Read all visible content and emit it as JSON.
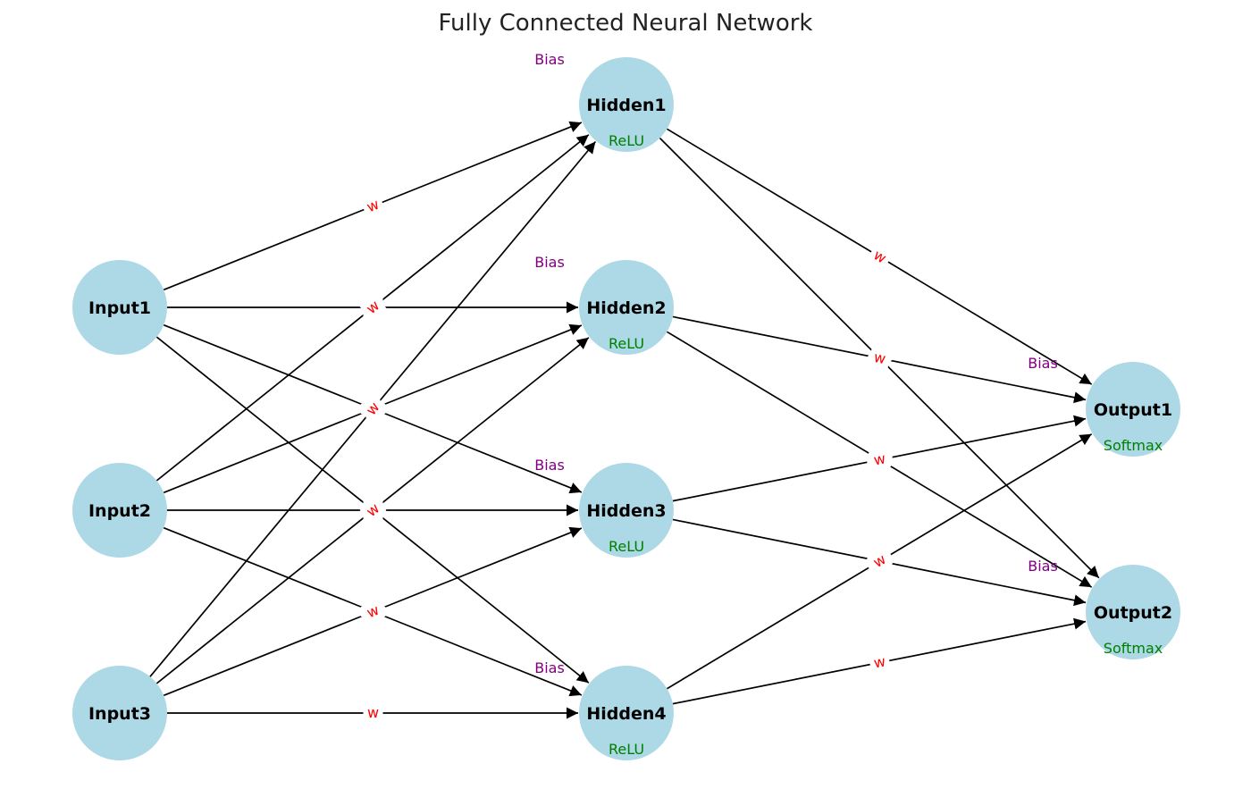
{
  "diagram": {
    "title": "Fully Connected Neural Network",
    "colors": {
      "node": "#add8e6",
      "weight": "#ff0000",
      "bias": "#800080",
      "activation": "#008000",
      "edge": "#000000"
    },
    "layers": [
      {
        "name": "input",
        "activation": "",
        "nodes": [
          {
            "id": "in1",
            "label": "Input1"
          },
          {
            "id": "in2",
            "label": "Input2"
          },
          {
            "id": "in3",
            "label": "Input3"
          }
        ]
      },
      {
        "name": "hidden",
        "activation": "ReLU",
        "nodes": [
          {
            "id": "h1",
            "label": "Hidden1",
            "bias": "Bias",
            "activation": "ReLU"
          },
          {
            "id": "h2",
            "label": "Hidden2",
            "bias": "Bias",
            "activation": "ReLU"
          },
          {
            "id": "h3",
            "label": "Hidden3",
            "bias": "Bias",
            "activation": "ReLU"
          },
          {
            "id": "h4",
            "label": "Hidden4",
            "bias": "Bias",
            "activation": "ReLU"
          }
        ]
      },
      {
        "name": "output",
        "activation": "Softmax",
        "nodes": [
          {
            "id": "o1",
            "label": "Output1",
            "bias": "Bias",
            "activation": "Softmax"
          },
          {
            "id": "o2",
            "label": "Output2",
            "bias": "Bias",
            "activation": "Softmax"
          }
        ]
      }
    ],
    "edges": [
      {
        "from": "in1",
        "to": "h1",
        "label": "w"
      },
      {
        "from": "in1",
        "to": "h2",
        "label": "w"
      },
      {
        "from": "in1",
        "to": "h3",
        "label": "w"
      },
      {
        "from": "in1",
        "to": "h4",
        "label": "w"
      },
      {
        "from": "in2",
        "to": "h1",
        "label": "w"
      },
      {
        "from": "in2",
        "to": "h2",
        "label": "w"
      },
      {
        "from": "in2",
        "to": "h3",
        "label": "w"
      },
      {
        "from": "in2",
        "to": "h4",
        "label": "w"
      },
      {
        "from": "in3",
        "to": "h1",
        "label": "w"
      },
      {
        "from": "in3",
        "to": "h2",
        "label": "w"
      },
      {
        "from": "in3",
        "to": "h3",
        "label": "w"
      },
      {
        "from": "in3",
        "to": "h4",
        "label": "w"
      },
      {
        "from": "h1",
        "to": "o1",
        "label": "w"
      },
      {
        "from": "h1",
        "to": "o2",
        "label": "w"
      },
      {
        "from": "h2",
        "to": "o1",
        "label": "w"
      },
      {
        "from": "h2",
        "to": "o2",
        "label": "w"
      },
      {
        "from": "h3",
        "to": "o1",
        "label": "w"
      },
      {
        "from": "h3",
        "to": "o2",
        "label": "w"
      },
      {
        "from": "h4",
        "to": "o1",
        "label": "w"
      },
      {
        "from": "h4",
        "to": "o2",
        "label": "w"
      }
    ]
  }
}
